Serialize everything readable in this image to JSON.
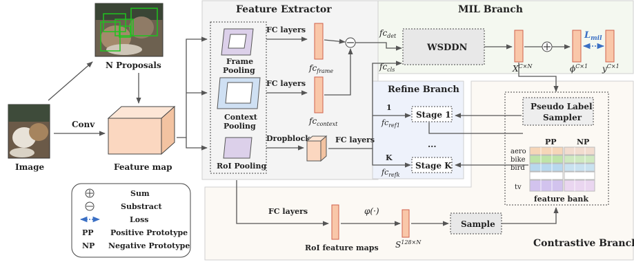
{
  "colors": {
    "fc_bar": "#f9c7a9",
    "fc_bar_stroke": "#d0604a",
    "feature_map": "#fbd7c0",
    "frame_pool": "#dcd0ea",
    "context_pool": "#cfe0f3",
    "roi_pool": "#dcd0ea",
    "refine_bg": "#eef2fb",
    "mil_bg": "#f4f8f0",
    "contrastive_bg": "#fcf9f4",
    "extractor_bg": "#f4f4f4",
    "loss_arrow": "#3a6fc4"
  },
  "left": {
    "image_label": "Image",
    "conv_label": "Conv",
    "proposals_label": "N Proposals",
    "feature_map_label": "Feature map"
  },
  "extractor": {
    "title": "Feature Extractor",
    "frame_pooling": [
      "Frame",
      "Pooling"
    ],
    "context_pooling": [
      "Context",
      "Pooling"
    ],
    "roi_pooling": "RoI Pooling",
    "fc_layers_1": "FC layers",
    "fc_layers_2": "FC layers",
    "fc_layers_3": "FC layers",
    "dropblock": "Dropblock",
    "fc_frame": "fc",
    "fc_frame_sub": "frame",
    "fc_context": "fc",
    "fc_context_sub": "context"
  },
  "mil": {
    "title": "MIL Branch",
    "fc_det": "fc",
    "fc_det_sub": "det",
    "fc_cls": "fc",
    "fc_cls_sub": "cls",
    "wsddn": "WSDDN",
    "x_label": "X",
    "x_sup": "C×N",
    "phi_label": "ϕ",
    "phi_sup": "C×1",
    "y_label": "y",
    "y_sup": "C×1",
    "loss_label": "L",
    "loss_sub": "mil"
  },
  "refine": {
    "title": "Refine Branch",
    "stage1": "Stage 1",
    "stagek": "Stage K",
    "idx1": "1",
    "idxk": "K",
    "ellipsis": "...",
    "fc_ref1": "fc",
    "fc_ref1_sub": "ref1",
    "fc_refk": "fc",
    "fc_refk_sub": "refk"
  },
  "contrastive": {
    "title": "Contrastive Branch",
    "pseudo_label": [
      "Pseudo Label",
      "Sampler"
    ],
    "pp": "PP",
    "np": "NP",
    "classes": [
      "aero",
      "bike",
      "bird",
      "tv"
    ],
    "feature_bank": "feature bank",
    "fc_layers": "FC layers",
    "roi_feature_maps": "RoI feature maps",
    "varphi": "φ(·)",
    "s_label": "S",
    "s_sup": "128×N",
    "sample": "Sample"
  },
  "legend": {
    "rows": [
      {
        "sym": "⊕",
        "text": "Sum"
      },
      {
        "sym": "⊖",
        "text": "Substract"
      },
      {
        "sym": "←··→",
        "text": "Loss"
      },
      {
        "sym": "PP",
        "text": "Positive Prototype"
      },
      {
        "sym": "NP",
        "text": "Negative Prototype"
      }
    ]
  }
}
